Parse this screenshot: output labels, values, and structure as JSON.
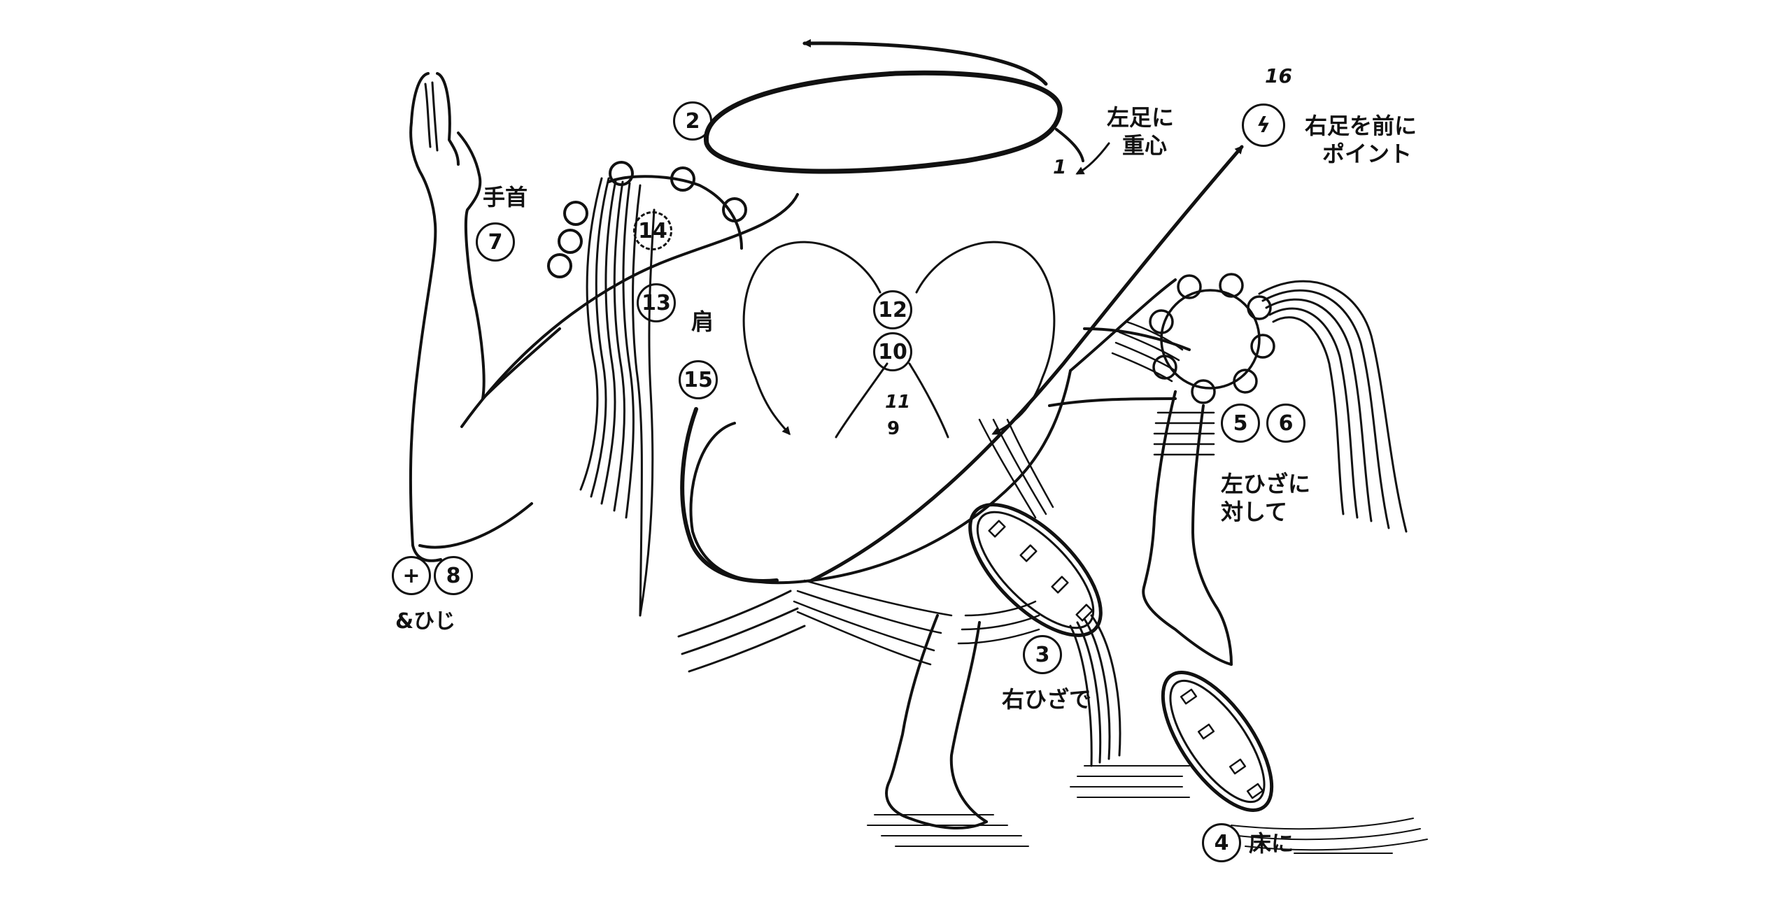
{
  "labels": {
    "wrist": "手首",
    "left_weight_line1": "左足に",
    "left_weight_line2": "重心",
    "right_point_line1": "右足を前に",
    "right_point_line2": "ポイント",
    "shoulder": "肩",
    "left_knee_line1": "左ひざに",
    "left_knee_line2": "対して",
    "right_knee": "右ひざで",
    "floor": "床に",
    "elbow": "&ひじ"
  },
  "steps": {
    "s1": "1",
    "s2": "2",
    "s3": "3",
    "s4": "4",
    "s5": "5",
    "s6": "6",
    "s7": "7",
    "s8": "8",
    "s9": "9",
    "s10": "10",
    "s11": "11",
    "s12": "12",
    "s13": "13",
    "s14": "14",
    "s15": "15",
    "s16": "16",
    "plus": "+",
    "bolt": "ϟ"
  },
  "colors": {
    "ink": "#111111",
    "paper": "#ffffff"
  }
}
